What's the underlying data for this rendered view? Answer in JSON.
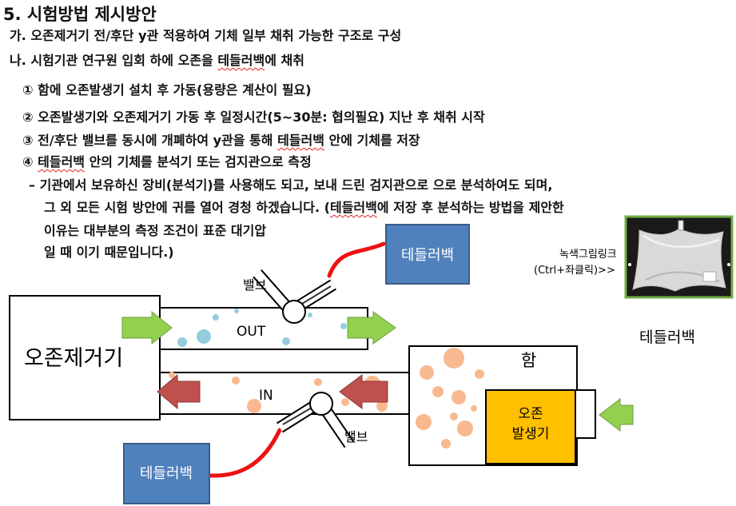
{
  "section_title": "5. 시험방법 제시방안",
  "item_ga": "가. 오존제거기 전/후단 y관 적용하여 기체 일부 채취 가능한 구조로 구성",
  "item_na": {
    "before": "나. 시험기관 연구원 입회 하에 오존을 ",
    "highlight": "테들러백",
    "after": "에 채취"
  },
  "steps": [
    {
      "marker": "①",
      "text": "함에 오존발생기 설치 후 가동(용량은 계산이 필요)"
    },
    {
      "marker": "②",
      "text": "오존발생기와 오존제거기 가동 후 일정시간(5~30분: 협의필요) 지난 후 채취 시작"
    },
    {
      "marker": "③",
      "before": "전/후단 밸브를 동시에 개폐하여 y관을 통해 ",
      "highlight": "테들러백",
      "after": " 안에 기체를 저장"
    },
    {
      "marker": "④",
      "highlight": "테들러백",
      "after": " 안의 기체를 분석기 또는 검지관으로 측정"
    }
  ],
  "note": {
    "line1": "– 기관에서 보유하신 장비(분석기)를 사용해도 되고, 보내 드린 검지관으로 으로 분석하여도 되며,",
    "line2": "그 외 모든 시험 방안에 귀를 열어 경청 하겠습니다. (",
    "line2_highlight": "테들러백",
    "line2_after": "에 저장 후 분석하는 방법을 제안한",
    "line3": "이유는 대부분의 측정 조건이 표준 대기압",
    "line4": "일 때 이기 때문입니다.)"
  },
  "diagram": {
    "ozone_remover": "오존제거기",
    "out_label": "OUT",
    "in_label": "IN",
    "valve_top": "밸브",
    "valve_bottom": "밸브",
    "tedlar_top": "테들러백",
    "tedlar_bottom": "테들러백",
    "chamber": "함",
    "generator_line1": "오존",
    "generator_line2": "발생기",
    "photo_hint_line1": "녹색그림링크",
    "photo_hint_line2": "(Ctrl+좌클릭)>>",
    "photo_caption": "테들러백"
  },
  "colors": {
    "arrow_green": "#92d050",
    "arrow_red": "#c0504d",
    "bag_blue": "#4f81bd",
    "generator_yellow": "#ffc000",
    "bubble_blue": "#93cddd",
    "bubble_orange": "#f9b990",
    "tube_red": "#ee1111",
    "photo_border": "#70ad47"
  }
}
